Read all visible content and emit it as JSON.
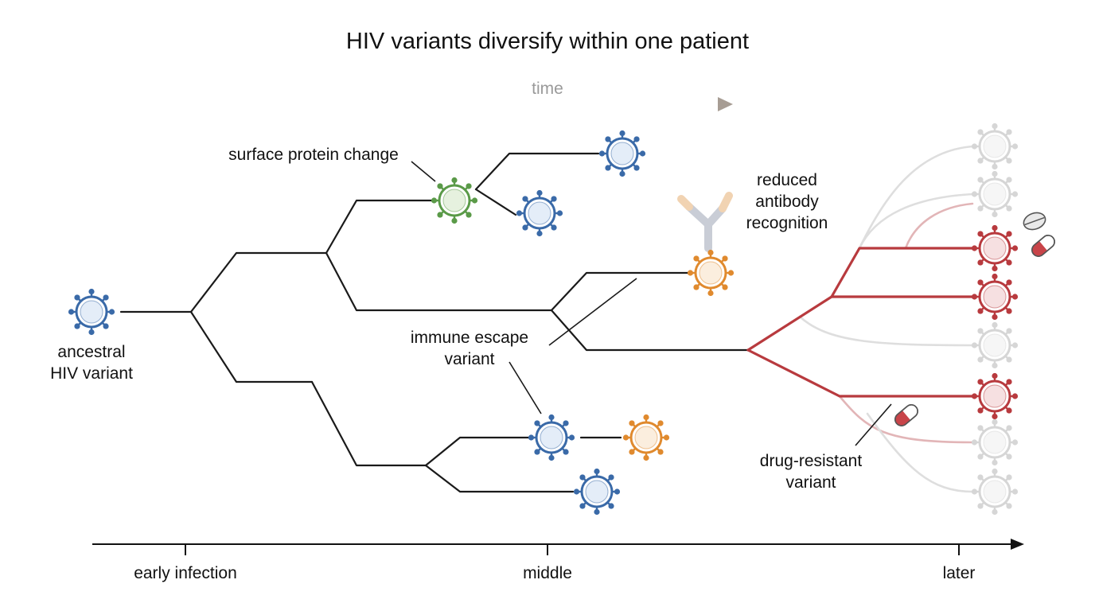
{
  "title": "HIV variants diversify within one patient",
  "time_arrow": {
    "label": "time"
  },
  "labels": {
    "ancestral": [
      "ancestral",
      "HIV variant"
    ],
    "surface": "surface protein change",
    "antibody": [
      "reduced",
      "antibody",
      "recognition"
    ],
    "immune": [
      "immune escape",
      "variant"
    ],
    "drug": [
      "drug-resistant",
      "variant"
    ]
  },
  "axis": {
    "ticks": [
      "early infection",
      "middle",
      "later"
    ]
  },
  "colors": {
    "blue": "#3a6aa8",
    "blue_fill": "#e4edf8",
    "green": "#5a9a48",
    "green_fill": "#e6f1df",
    "orange": "#e08a2e",
    "orange_fill": "#fbeede",
    "red": "#b83a3e",
    "red_fill": "#f6e0e1",
    "gray": "#d6d6d6",
    "gray_fill": "#f6f6f6"
  },
  "icons": [
    "virus-icon",
    "antibody-icon",
    "pill-icon",
    "capsule-icon"
  ]
}
